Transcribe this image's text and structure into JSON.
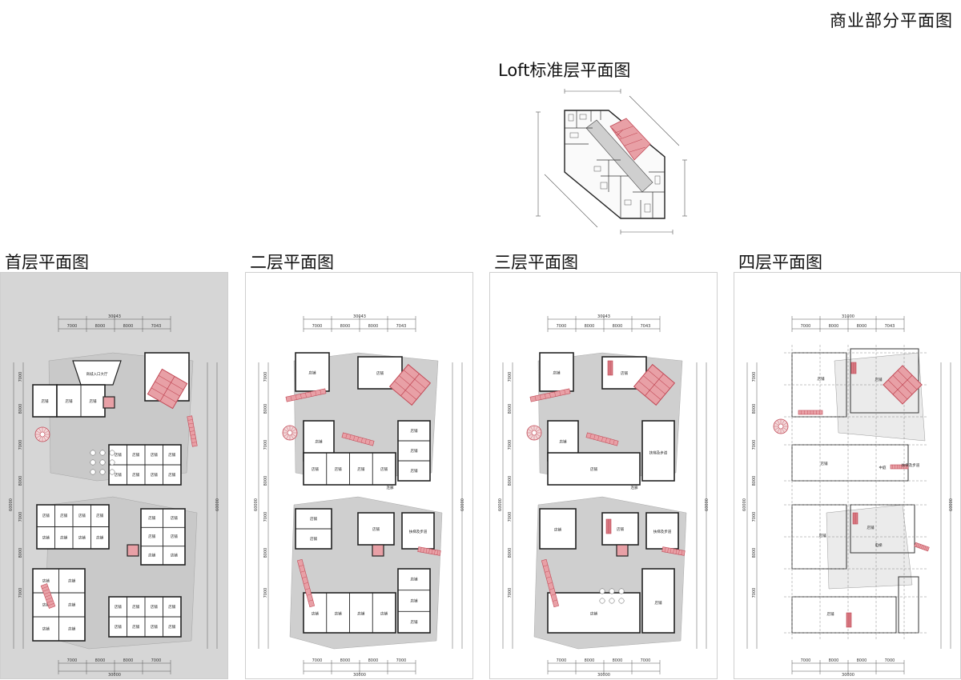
{
  "title": "商业部分平面图",
  "loft": {
    "title": "Loft标准层平面图"
  },
  "panels": [
    {
      "id": "floor1",
      "title": "首层平面图",
      "background": "#d6d6d6"
    },
    {
      "id": "floor2",
      "title": "二层平面图",
      "background": "#ffffff"
    },
    {
      "id": "floor3",
      "title": "三层平面图",
      "background": "#ffffff"
    },
    {
      "id": "floor4",
      "title": "四层平面图",
      "background": "#ffffff"
    }
  ],
  "dimensions": {
    "top_total": "30043",
    "top_segments": [
      "7000",
      "8000",
      "8000",
      "7043"
    ],
    "bottom_total": "30000",
    "bottom_segments": [
      "7000",
      "8000",
      "8000",
      "7000"
    ],
    "left_segments": [
      "7000",
      "8000",
      "7000",
      "8000",
      "7000",
      "8000",
      "7000"
    ],
    "side_total": "60000",
    "floor4_top_total": "31000"
  },
  "room_labels": {
    "shop": "店铺",
    "mall_entrance": "商城入口大厅",
    "elevator_hall": "扶梯及步道",
    "atrium": "中庭",
    "corridor": "连廊",
    "lift": "电梯"
  },
  "colors": {
    "accent": "#e8a0a6",
    "accent_stroke": "#c24a57",
    "wall": "#222222",
    "shade": "#cfcfcf",
    "panel_gray": "#d6d6d6"
  }
}
